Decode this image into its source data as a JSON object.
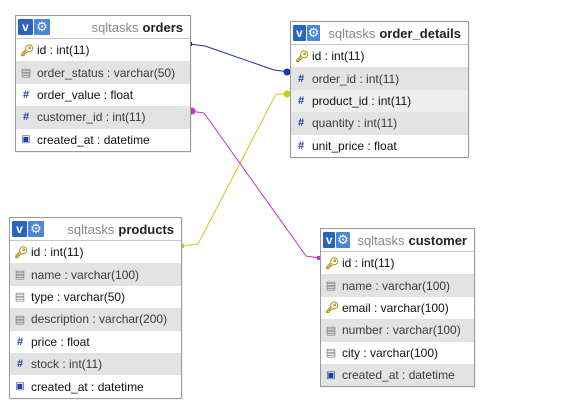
{
  "colors": {
    "orders_customer_link": "#cc33cc",
    "orders_order_details_link": "#1f2fb0",
    "products_order_details_link": "#cccc22",
    "alt_row_bg": "#e3e3e3",
    "header_button_blue": "#2a63c0"
  },
  "tables": {
    "orders": {
      "db": "sqltasks",
      "name": "orders",
      "columns": [
        {
          "text": "id : int(11)",
          "icon": "key-icon"
        },
        {
          "text": "order_status : varchar(50)",
          "icon": "text-field-icon"
        },
        {
          "text": "order_value : float",
          "icon": "number-field-icon"
        },
        {
          "text": "customer_id : int(11)",
          "icon": "number-field-icon"
        },
        {
          "text": "created_at : datetime",
          "icon": "date-field-icon"
        }
      ]
    },
    "order_details": {
      "db": "sqltasks",
      "name": "order_details",
      "columns": [
        {
          "text": "id : int(11)",
          "icon": "key-icon"
        },
        {
          "text": "order_id : int(11)",
          "icon": "number-field-icon"
        },
        {
          "text": "product_id : int(11)",
          "icon": "number-field-icon"
        },
        {
          "text": "quantity : int(11)",
          "icon": "number-field-icon"
        },
        {
          "text": "unit_price : float",
          "icon": "number-field-icon"
        }
      ]
    },
    "products": {
      "db": "sqltasks",
      "name": "products",
      "columns": [
        {
          "text": "id : int(11)",
          "icon": "key-icon"
        },
        {
          "text": "name : varchar(100)",
          "icon": "text-field-icon"
        },
        {
          "text": "type : varchar(50)",
          "icon": "text-field-icon"
        },
        {
          "text": "description : varchar(200)",
          "icon": "text-field-icon"
        },
        {
          "text": "price : float",
          "icon": "number-field-icon"
        },
        {
          "text": "stock : int(11)",
          "icon": "number-field-icon"
        },
        {
          "text": "created_at : datetime",
          "icon": "date-field-icon"
        }
      ]
    },
    "customer": {
      "db": "sqltasks",
      "name": "customer",
      "columns": [
        {
          "text": "id : int(11)",
          "icon": "key-icon"
        },
        {
          "text": "name : varchar(100)",
          "icon": "text-field-icon"
        },
        {
          "text": "email : varchar(100)",
          "icon": "key-icon"
        },
        {
          "text": "number : varchar(100)",
          "icon": "text-field-icon"
        },
        {
          "text": "city : varchar(100)",
          "icon": "text-field-icon"
        },
        {
          "text": "created_at : datetime",
          "icon": "date-field-icon"
        }
      ]
    }
  }
}
